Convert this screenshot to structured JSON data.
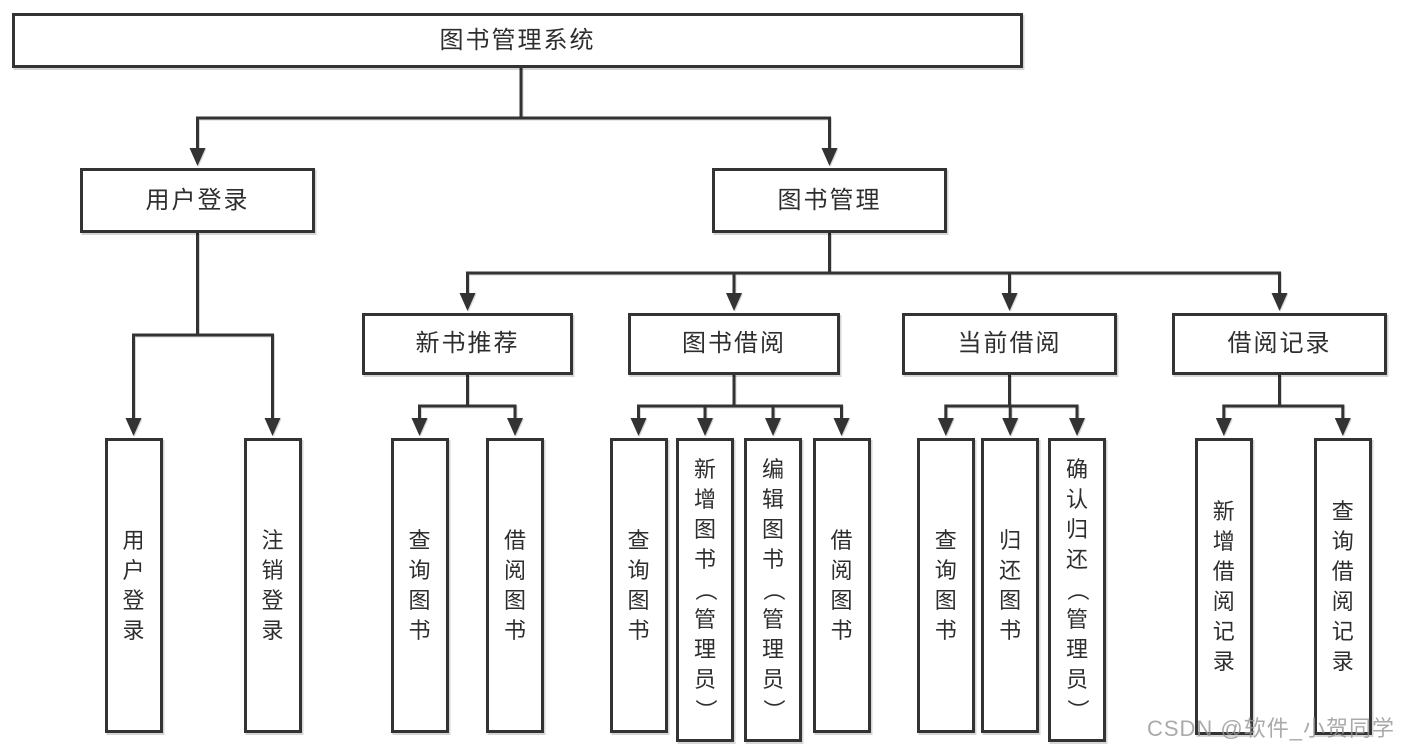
{
  "colors": {
    "line": "#333333",
    "text": "#2e2e2e",
    "watermark": "#979797",
    "background": "#ffffff"
  },
  "watermark": "CSDN @软件_小贺同学",
  "tree": {
    "label": "图书管理系统",
    "children": [
      {
        "label": "用户登录",
        "children": [
          {
            "label": "用户登录"
          },
          {
            "label": "注销登录"
          }
        ]
      },
      {
        "label": "图书管理",
        "children": [
          {
            "label": "新书推荐",
            "children": [
              {
                "label": "查询图书"
              },
              {
                "label": "借阅图书"
              }
            ]
          },
          {
            "label": "图书借阅",
            "children": [
              {
                "label": "查询图书"
              },
              {
                "label": "新增图书（管理员）"
              },
              {
                "label": "编辑图书（管理员）"
              },
              {
                "label": "借阅图书"
              }
            ]
          },
          {
            "label": "当前借阅",
            "children": [
              {
                "label": "查询图书"
              },
              {
                "label": "归还图书"
              },
              {
                "label": "确认归还（管理员）"
              }
            ]
          },
          {
            "label": "借阅记录",
            "children": [
              {
                "label": "新增借阅记录"
              },
              {
                "label": "查询借阅记录"
              }
            ]
          }
        ]
      }
    ]
  }
}
